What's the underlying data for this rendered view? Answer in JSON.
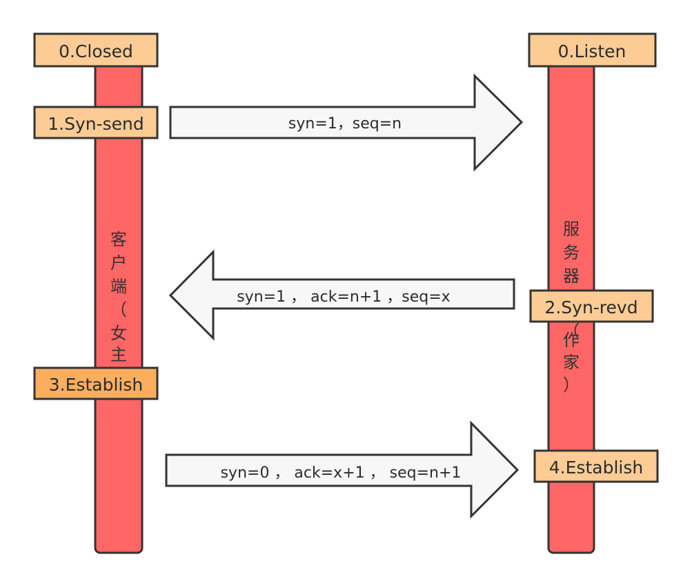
{
  "colors": {
    "lane_fill": "#ff6666",
    "state_fill_light": "#fdcc95",
    "state_fill_dark": "#fcad5e",
    "arrow_fill": "#f7f7f7",
    "outline": "#333333"
  },
  "client": {
    "lane_label": "客户端（女主",
    "states": {
      "closed": "0.Closed",
      "syn_send": "1.Syn-send",
      "establish": "3.Establish"
    }
  },
  "server": {
    "lane_label": "服务器（作家）",
    "states": {
      "listen": "0.Listen",
      "syn_revd": "2.Syn-revd",
      "establish": "4.Establish"
    }
  },
  "messages": {
    "first": "syn=1，seq=n",
    "second": "syn=1 ， ack=n+1 ，seq=x",
    "third": "syn=0 ， ack=x+1 ， seq=n+1"
  }
}
